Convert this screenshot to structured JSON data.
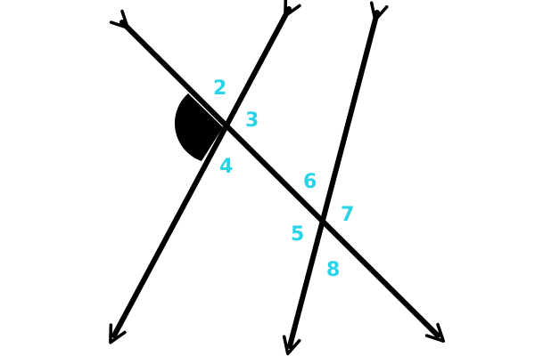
{
  "colors": {
    "line": "#000000",
    "label": "#29d3e8",
    "background": "#ffffff",
    "shaded_angle": "#000000"
  },
  "labels": {
    "angle_2": "2",
    "angle_3": "3",
    "angle_4": "4",
    "angle_5": "5",
    "angle_6": "6",
    "angle_7": "7",
    "angle_8": "8"
  }
}
